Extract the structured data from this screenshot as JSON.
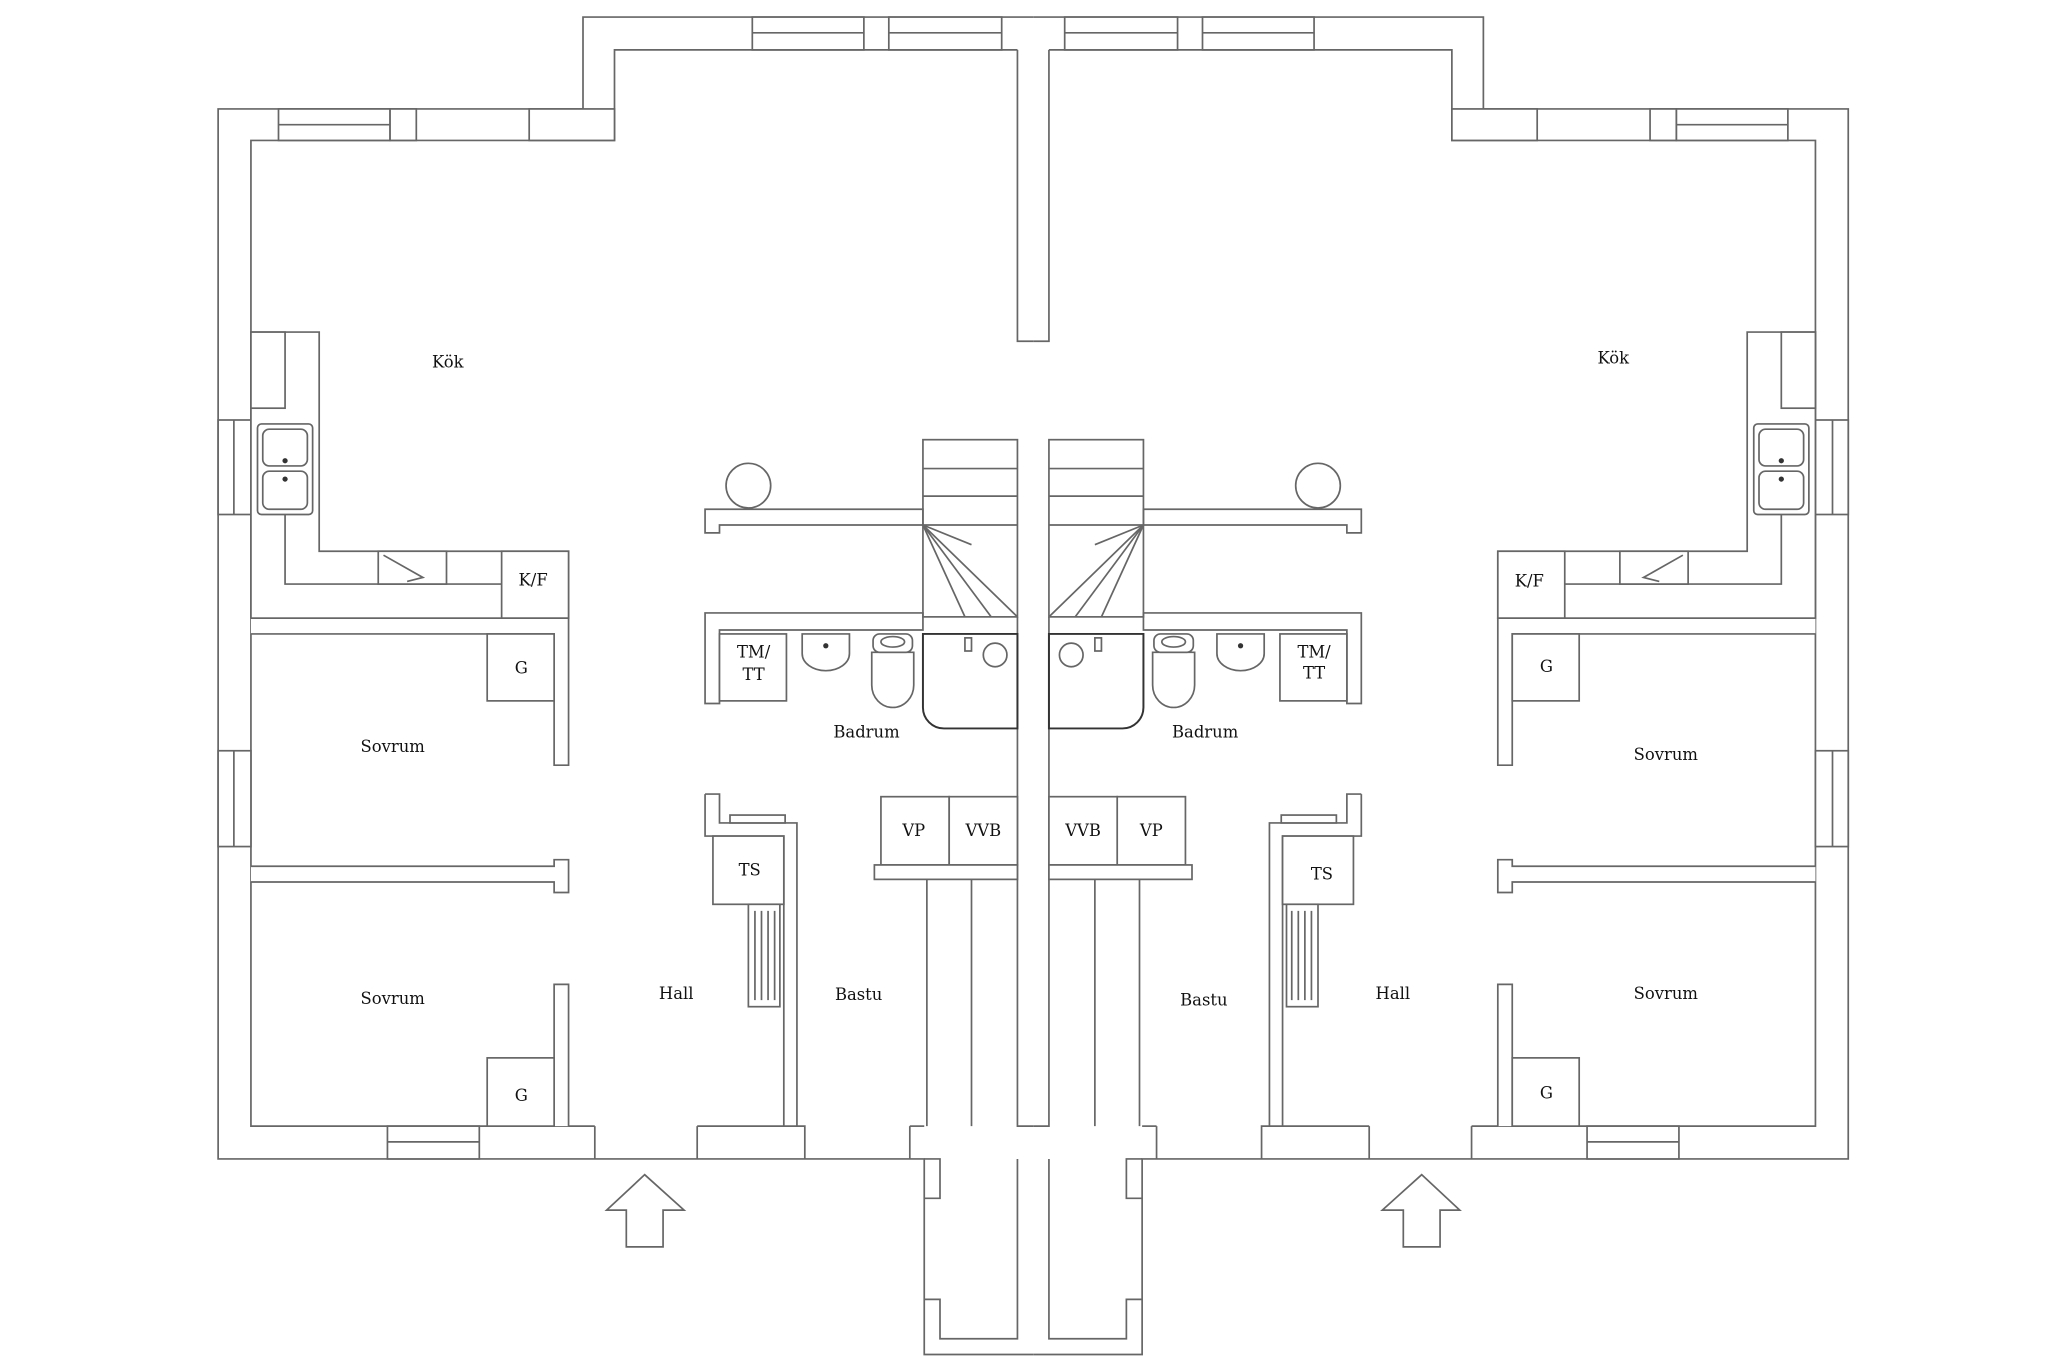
{
  "plan": {
    "left_unit": {
      "kitchen": "Kök",
      "fridge_freezer": "K/F",
      "bedroom_1": "Sovrum",
      "bedroom_1_closet": "G",
      "bedroom_2": "Sovrum",
      "bedroom_2_closet": "G",
      "bathroom": "Badrum",
      "washer_dryer_line1": "TM/",
      "washer_dryer_line2": "TT",
      "drying_cabinet": "TS",
      "hall": "Hall",
      "sauna": "Bastu",
      "heat_pump": "VP",
      "water_heater": "VVB"
    },
    "right_unit": {
      "kitchen": "Kök",
      "fridge_freezer": "K/F",
      "bedroom_1": "Sovrum",
      "bedroom_1_closet": "G",
      "bedroom_2": "Sovrum",
      "bedroom_2_closet": "G",
      "bathroom": "Badrum",
      "washer_dryer_line1": "TM/",
      "washer_dryer_line2": "TT",
      "drying_cabinet": "TS",
      "hall": "Hall",
      "sauna": "Bastu",
      "heat_pump": "VP",
      "water_heater": "VVB"
    }
  }
}
